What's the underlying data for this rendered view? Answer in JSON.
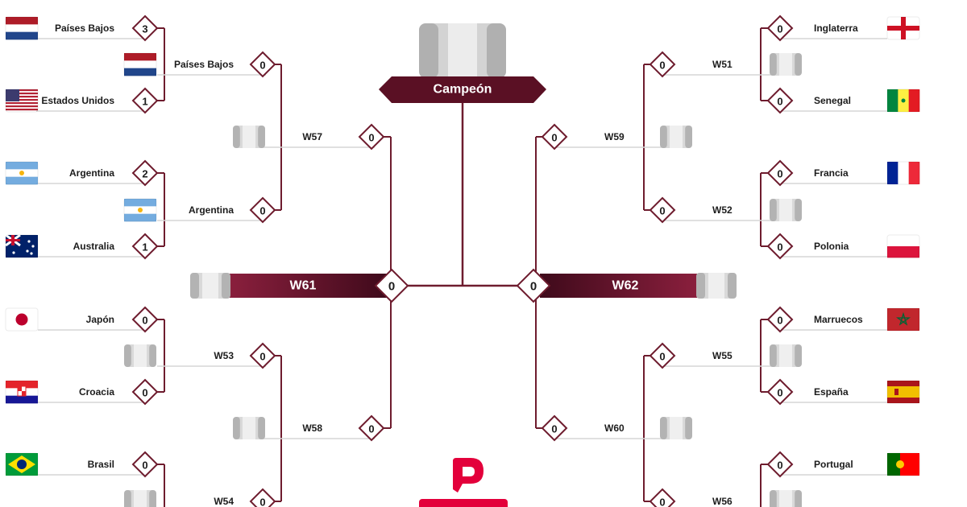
{
  "colors": {
    "line": "#6e1c2e",
    "dark": "#5a1024",
    "slot": "#c9c9c9",
    "red": "#e3003b"
  },
  "champion": {
    "label": "Campeón"
  },
  "semis": {
    "left": {
      "label": "W61",
      "score": "0"
    },
    "right": {
      "label": "W62",
      "score": "0"
    }
  },
  "left": {
    "r16": [
      {
        "name": "Países Bajos",
        "score": "3",
        "flag": "netherlands-flag"
      },
      {
        "name": "Estados Unidos",
        "score": "1",
        "flag": "usa-flag"
      },
      {
        "name": "Argentina",
        "score": "2",
        "flag": "argentina-flag"
      },
      {
        "name": "Australia",
        "score": "1",
        "flag": "australia-flag"
      },
      {
        "name": "Japón",
        "score": "0",
        "flag": "japan-flag"
      },
      {
        "name": "Croacia",
        "score": "0",
        "flag": "croatia-flag"
      },
      {
        "name": "Brasil",
        "score": "0",
        "flag": "brazil-flag"
      }
    ],
    "qf": [
      {
        "name": "Países Bajos",
        "score": "0",
        "flag": "netherlands-flag"
      },
      {
        "name": "Argentina",
        "score": "0",
        "flag": "argentina-flag"
      },
      {
        "name": "W53",
        "score": "0",
        "flag": "empty-slot"
      },
      {
        "name": "W54",
        "score": "0",
        "flag": "empty-slot"
      }
    ],
    "sf": [
      {
        "name": "W57",
        "score": "0"
      },
      {
        "name": "W58",
        "score": "0"
      }
    ]
  },
  "right": {
    "r16": [
      {
        "name": "Inglaterra",
        "score": "0",
        "flag": "england-flag"
      },
      {
        "name": "Senegal",
        "score": "0",
        "flag": "senegal-flag"
      },
      {
        "name": "Francia",
        "score": "0",
        "flag": "france-flag"
      },
      {
        "name": "Polonia",
        "score": "0",
        "flag": "poland-flag"
      },
      {
        "name": "Marruecos",
        "score": "0",
        "flag": "morocco-flag"
      },
      {
        "name": "España",
        "score": "0",
        "flag": "spain-flag"
      },
      {
        "name": "Portugal",
        "score": "0",
        "flag": "portugal-flag"
      }
    ],
    "qf": [
      {
        "name": "W51",
        "score": "0"
      },
      {
        "name": "W52",
        "score": "0"
      },
      {
        "name": "W55",
        "score": "0"
      },
      {
        "name": "W56",
        "score": "0"
      }
    ],
    "sf": [
      {
        "name": "W59",
        "score": "0"
      },
      {
        "name": "W60",
        "score": "0"
      }
    ]
  }
}
